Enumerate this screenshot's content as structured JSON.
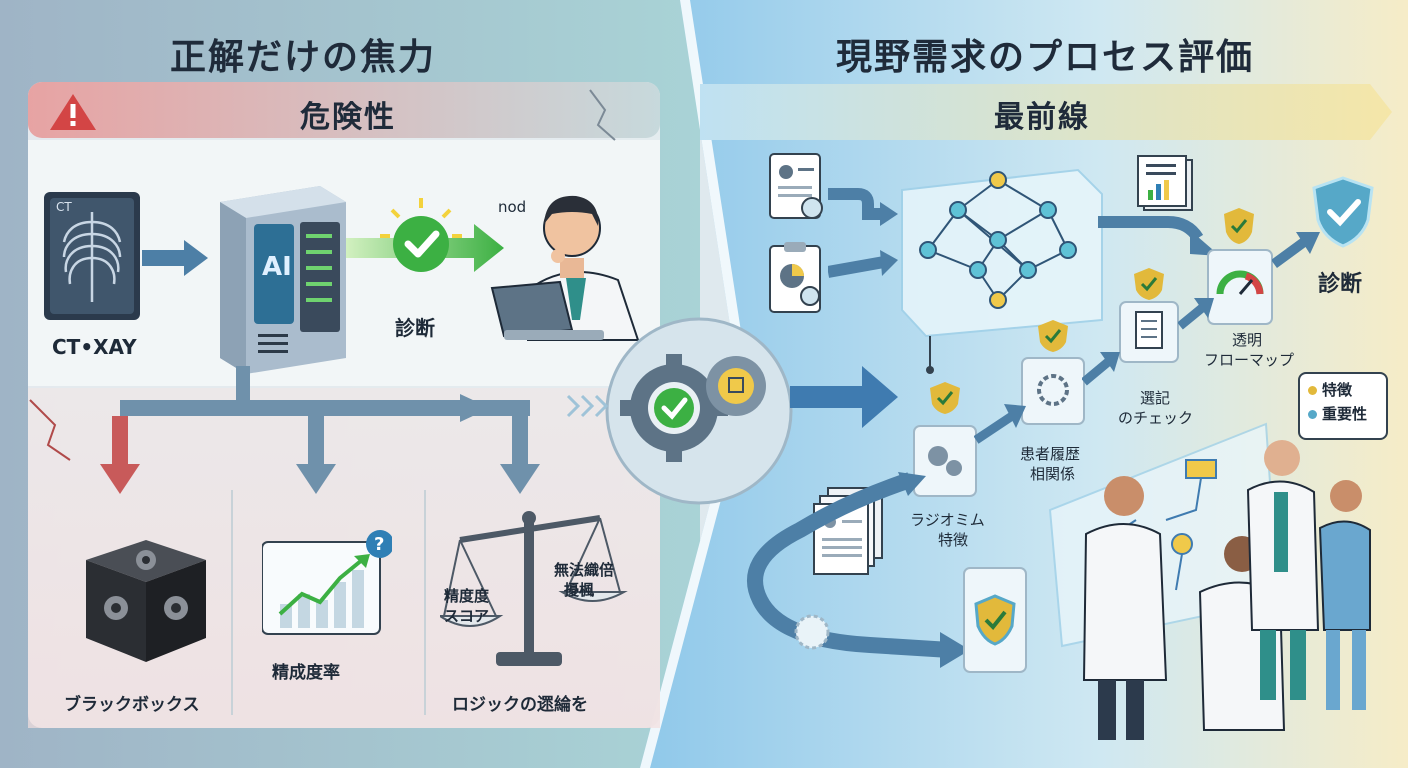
{
  "left": {
    "title": "正解だけの焦力",
    "danger_label": "危険性",
    "ct_label": "CT•XAY",
    "ai_label": "AI",
    "diagnosis_label": "診断",
    "nod_label": "nod",
    "blackbox_label": "ブラックボックス",
    "chart_label": "精成度率",
    "scale_label": "ロジックの遝綸を",
    "scale_left_pan": [
      "精度度",
      "スコア"
    ],
    "scale_right_pan": [
      "無法織倍",
      "擾楓"
    ],
    "ct_film_text": "CT"
  },
  "right": {
    "title": "現野需求のプロセス評価",
    "frontline_label": "最前線",
    "diagnosis_label": "診断",
    "step_radiomics": [
      "ラジオミム",
      "特徴"
    ],
    "step_history": [
      "患者履歴",
      "相関係"
    ],
    "step_check": [
      "選記",
      "のチェック"
    ],
    "step_map": [
      "透明",
      "フローマップ"
    ],
    "legend": [
      "特徴",
      "重要性"
    ]
  },
  "colors": {
    "danger": "#c8454a",
    "accent_green": "#3cb043",
    "arrow_blue": "#4d7fa6",
    "shield": "#e2b93b"
  }
}
